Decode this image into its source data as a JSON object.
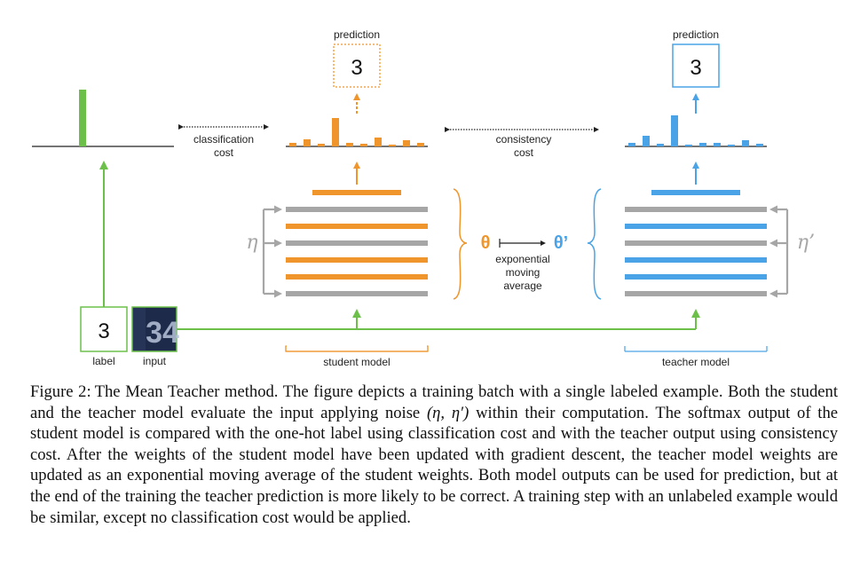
{
  "diagram": {
    "student": {
      "prediction_label": "prediction",
      "prediction_value": "3",
      "model_label": "student model",
      "noise_symbol": "η",
      "weights_symbol": "θ"
    },
    "teacher": {
      "prediction_label": "prediction",
      "prediction_value": "3",
      "model_label": "teacher model",
      "noise_symbol": "η’",
      "weights_symbol": "θ’"
    },
    "classification_cost": {
      "line1": "classification",
      "line2": "cost"
    },
    "consistency_cost": {
      "line1": "consistency",
      "line2": "cost"
    },
    "ema": {
      "line1": "exponential",
      "line2": "moving",
      "line3": "average"
    },
    "label_box": {
      "value": "3",
      "caption": "label"
    },
    "input_box": {
      "digits": "34",
      "caption": "input"
    }
  },
  "colors": {
    "student": "#f0952b",
    "teacher": "#4aa3e6",
    "green": "#6cc04a",
    "gray": "#a6a6a6",
    "input_bg": "#1d2a4a"
  },
  "caption": {
    "figure_label": "Figure 2:",
    "text_a": "The Mean Teacher method.  The figure depicts a training batch with a single labeled example. Both the student and the teacher model evaluate the input applying noise ",
    "math": "(η, η′)",
    "text_b": " within their computation. The softmax output of the student model is compared with the one-hot label using classification cost and with the teacher output using consistency cost. After the weights of the student model have been updated with gradient descent, the teacher model weights are updated as an exponential moving average of the student weights. Both model outputs can be used for prediction, but at the end of the training the teacher prediction is more likely to be correct. A training step with an unlabeled example would be similar, except no classification cost would be applied."
  }
}
